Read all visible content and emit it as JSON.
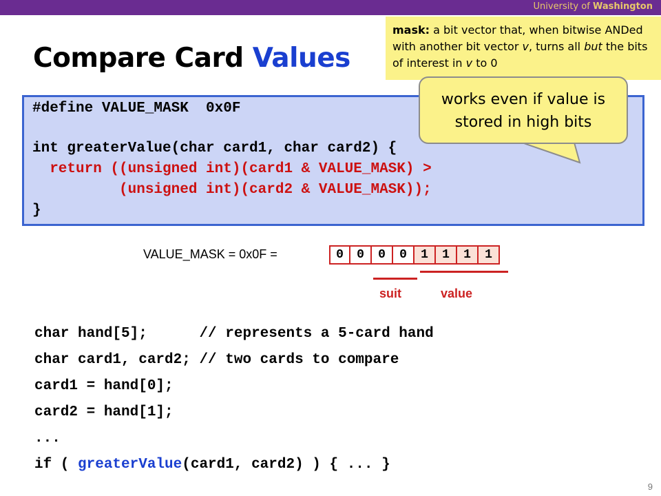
{
  "header": {
    "university_prefix": "University of",
    "university_name": "Washington"
  },
  "title": {
    "main": "Compare Card",
    "highlight": "Values"
  },
  "definition": {
    "term": "mask:",
    "text_1": " a bit vector that, when bitwise ANDed with another bit vector ",
    "v1": "v",
    "text_2": ", turns all ",
    "but": "but",
    "text_3": " the bits of interest in ",
    "v2": "v",
    "text_4": " to 0"
  },
  "code_block": {
    "lines": [
      "#define VALUE_MASK  0x0F",
      "int greaterValue(char card1, char card2) {",
      "  return ((unsigned int)(card1 & VALUE_MASK) >",
      "          (unsigned int)(card2 & VALUE_MASK));",
      "}"
    ]
  },
  "callout": {
    "line1": "works even if value is",
    "line2": "stored in high bits"
  },
  "mask_diagram": {
    "label": "VALUE_MASK = 0x0F =",
    "bits": [
      "0",
      "0",
      "0",
      "0",
      "1",
      "1",
      "1",
      "1"
    ],
    "suit_label": "suit",
    "value_label": "value",
    "colors": {
      "border": "#cc2222",
      "highlight": "#fbe1d7"
    }
  },
  "usage_code": {
    "line1": {
      "code": "char hand[5];      ",
      "comment": "// represents a 5-card hand"
    },
    "line2": {
      "code": "char card1, card2; ",
      "comment": "// two cards to compare"
    },
    "line3": "card1 = hand[0];",
    "line4": "card2 = hand[1];",
    "line5": "...",
    "line6": {
      "prefix": "if ( ",
      "fn": "greaterValue",
      "suffix": "(card1, card2) ) { ... }"
    }
  },
  "page_number": "9",
  "colors": {
    "header_bar": "#6a2c91",
    "accent_blue": "#1a3fd0",
    "code_bg": "#ccd5f6",
    "note_yellow": "#fbf28a"
  }
}
